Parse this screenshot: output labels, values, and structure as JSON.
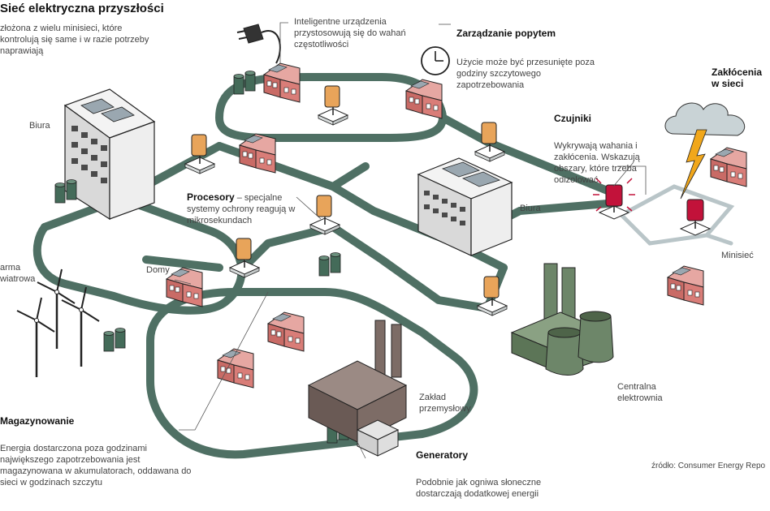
{
  "title": "Sieć elektryczna przyszłości",
  "subtitle": "złożona z wielu minisieci, które kontrolują się same i w razie potrzeby naprawiają",
  "labels": {
    "inteligentne": "Inteligentne urządzenia przystosowują się do wahań częstotliwości",
    "zarzadzanie_head": "Zarządzanie popytem",
    "zarzadzanie_body": "Użycie może być przesunięte poza godziny szczytowego zapotrzebowania",
    "zaklocenia_head": "Zakłócenia w sieci",
    "czujniki_head": "Czujniki",
    "czujniki_body": "Wykrywają wahania i zakłócenia. Wskazują obszary, które trzeba odizolować",
    "biura_left": "Biura",
    "biura_center": "Biura",
    "procesory_head": "Procesory",
    "procesory_body": " – specjalne systemy ochrony reagują w mikrosekundach",
    "minisiec": "Minisieć",
    "farma": "arma\nwiatrowa",
    "domy": "Domy",
    "magazynowanie_head": "Magazynowanie",
    "magazynowanie_body": "Energia dostarczona poza godzinami największego zapotrzebowania jest magazynowana w akumulatorach, oddawana do sieci w godzinach szczytu",
    "zaklad": "Zakład\nprzemysłowy",
    "elektrownia": "Centralna\nelektrownia",
    "generatory_head": "Generatory",
    "generatory_body": "Podobnie jak ogniwa słoneczne dostarczają dodatkowej energii",
    "zrodlo": "źródło: Consumer Energy Repo"
  },
  "colors": {
    "grid": "#4f7064",
    "grid_light": "#b9c5c8",
    "house_wall": "#d97d78",
    "house_roof": "#e6a7a2",
    "building": "#e9e9e9",
    "sensor": "#e8a45a",
    "sensor_alert": "#c2123a",
    "tank": "#446b59",
    "plant": "#6d8669",
    "factory": "#7d6c66",
    "bolt": "#f1a71b",
    "cloud": "#c9d3d6"
  }
}
